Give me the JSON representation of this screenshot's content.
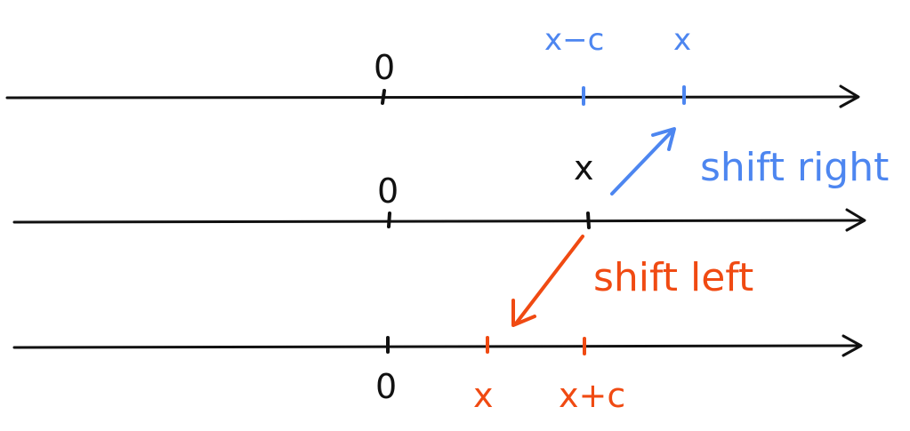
{
  "colors": {
    "black": "#111111",
    "blue": "#4d86f0",
    "orange": "#f04a12"
  },
  "lines": {
    "top": {
      "zero_label": "0",
      "left_mark_label": "x−c",
      "right_mark_label": "x"
    },
    "middle": {
      "zero_label": "0",
      "x_label": "x"
    },
    "bottom": {
      "zero_label": "0",
      "left_mark_label": "x",
      "right_mark_label": "x+c"
    }
  },
  "annotations": {
    "shift_right": "shift right",
    "shift_left": "shift left"
  }
}
